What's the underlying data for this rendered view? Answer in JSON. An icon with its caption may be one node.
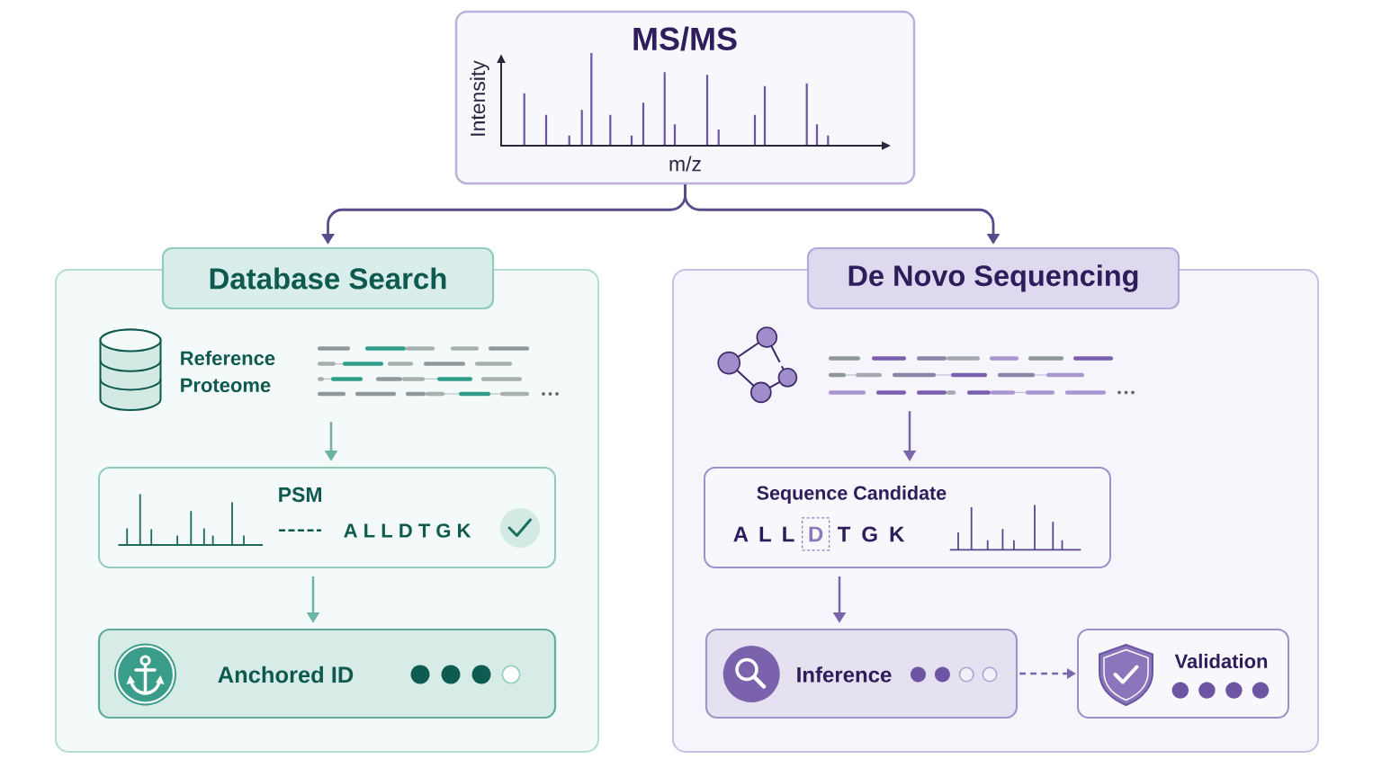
{
  "diagram": {
    "nodes": [
      {
        "text": [
          "MS/MS",
          "Intensity",
          "m/z"
        ]
      },
      {
        "text": [],
        "shape": "box"
      },
      {
        "text": [
          "Database Search"
        ]
      },
      {
        "text": [
          "Reference Proteome"
        ],
        "in": 1
      },
      {
        "text": [
          "PSM",
          "A L L D T G K"
        ],
        "in": 1
      },
      {
        "text": [
          "Anchored ID"
        ],
        "in": 1
      },
      {
        "text": [],
        "shape": "box"
      },
      {
        "text": [
          "De Novo Sequencing"
        ]
      },
      {
        "text": [],
        "shape": "picture",
        "in": 6
      },
      {
        "text": [
          "Sequence Candidate",
          "A L L",
          "D",
          "T G K"
        ],
        "in": 6
      },
      {
        "text": [
          "Inference"
        ],
        "in": 6
      },
      {
        "text": [
          "Validation"
        ],
        "in": 6
      }
    ],
    "edges": [
      {
        "from": 0,
        "to": 2,
        "arrow": "to",
        "color": "#5b4a8e"
      },
      {
        "from": 0,
        "to": 7,
        "arrow": "to",
        "color": "#5b4a8e"
      },
      {
        "from": 3,
        "to": 4,
        "arrow": "to",
        "color": "#6bb5a6"
      },
      {
        "from": 4,
        "to": 5,
        "arrow": "to",
        "color": "#6bb5a6"
      },
      {
        "from": 8,
        "to": 9,
        "arrow": "to"
      },
      {
        "from": 9,
        "to": 10,
        "arrow": "to"
      },
      {
        "from": 10,
        "to": 11,
        "arrow": "to",
        "style": "dashed"
      }
    ]
  }
}
